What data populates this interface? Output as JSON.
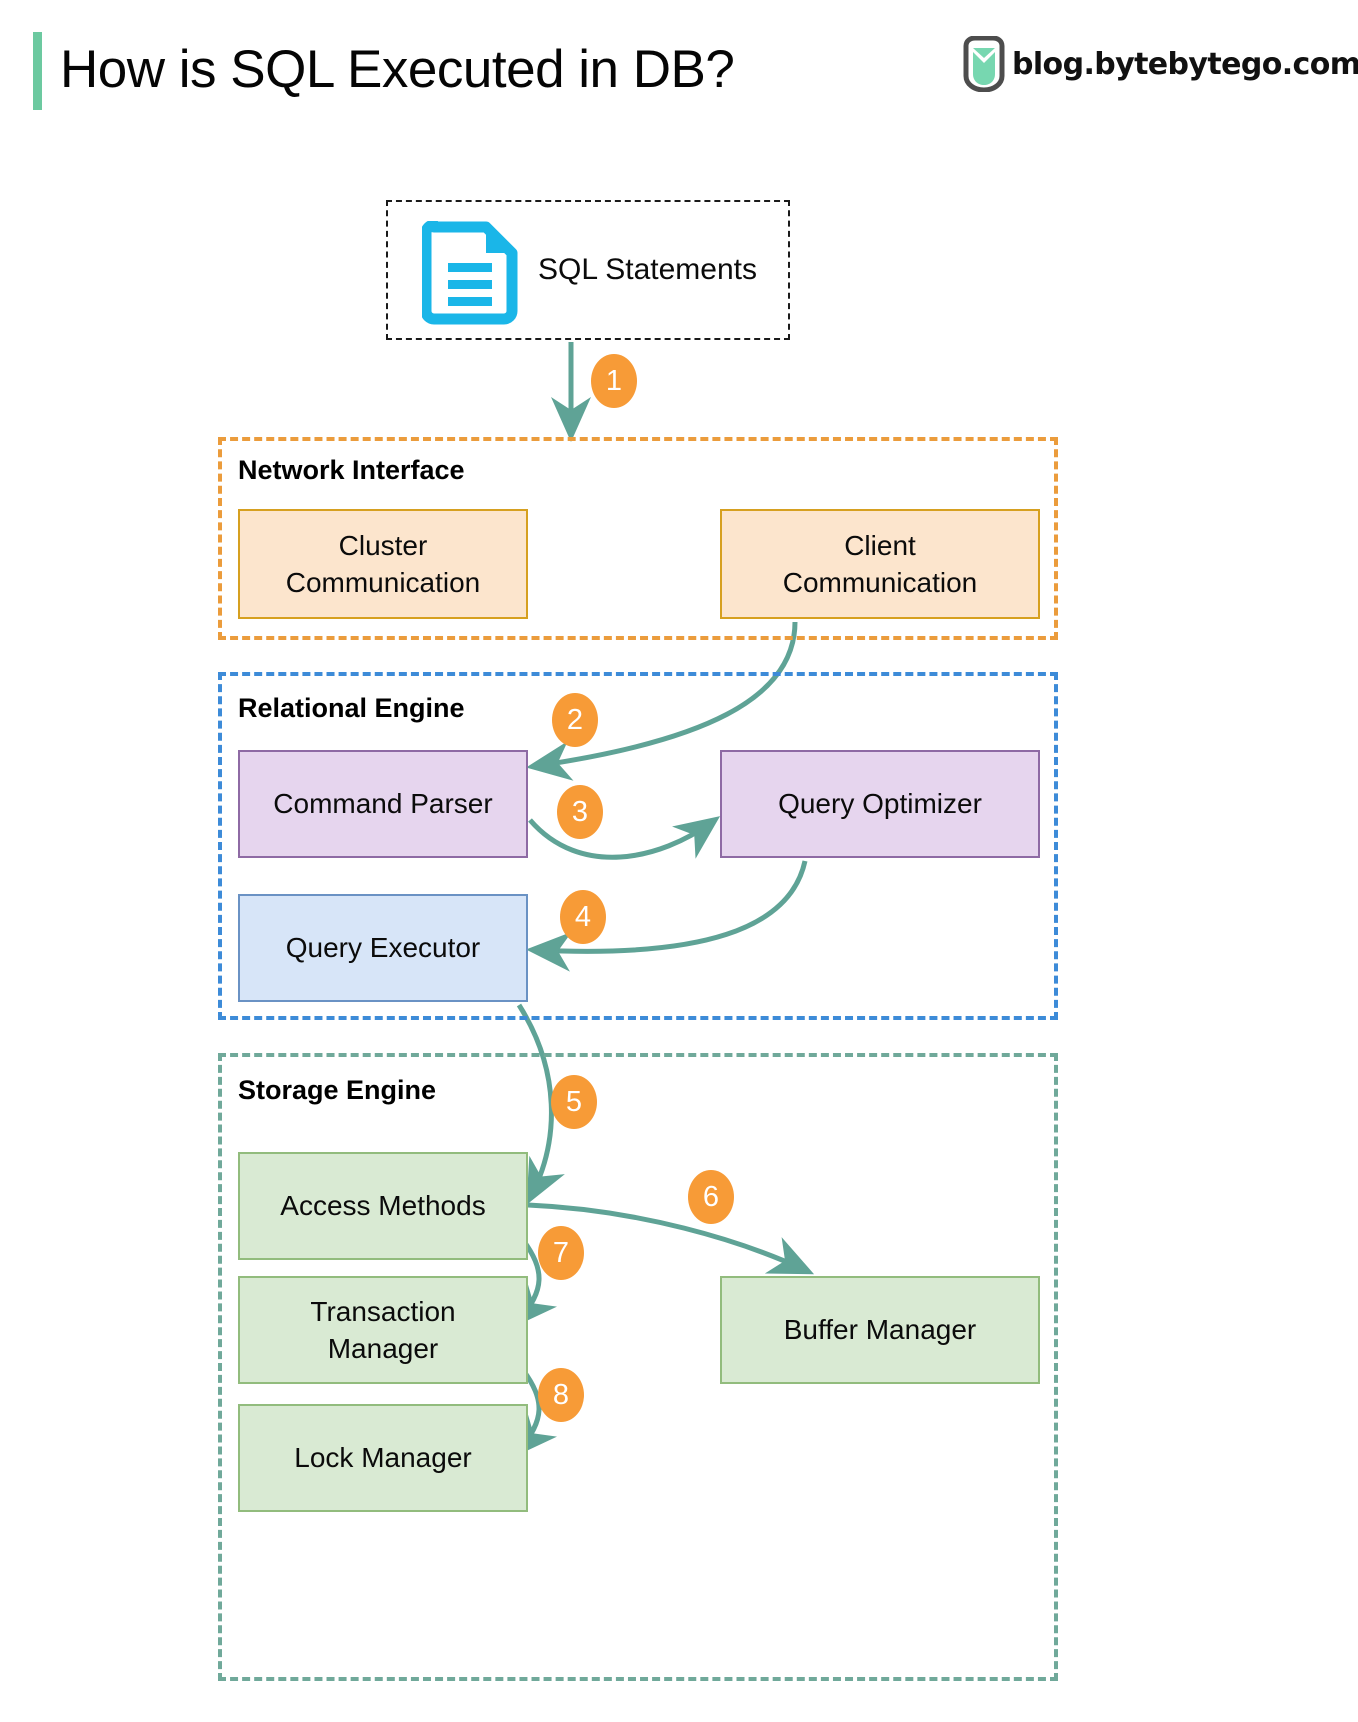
{
  "header": {
    "title": "How is SQL Executed in DB?",
    "brand_text": "blog.bytebytego.com",
    "accent_color": "#6cc9a0"
  },
  "input": {
    "label": "SQL Statements",
    "icon": "document-icon",
    "icon_color": "#1ab6e8",
    "border_style": "dashed-black"
  },
  "groups": [
    {
      "id": "network-interface",
      "title": "Network Interface",
      "border_color": "#eb9c3c",
      "nodes": [
        {
          "id": "cluster-communication",
          "label": "Cluster\nCommunication",
          "fill": "#fce5cd",
          "stroke": "#d6a020"
        },
        {
          "id": "client-communication",
          "label": "Client\nCommunication",
          "fill": "#fce5cd",
          "stroke": "#d6a020"
        }
      ]
    },
    {
      "id": "relational-engine",
      "title": "Relational Engine",
      "border_color": "#3d8bd8",
      "nodes": [
        {
          "id": "command-parser",
          "label": "Command Parser",
          "fill": "#e6d5ee",
          "stroke": "#8e6aa4"
        },
        {
          "id": "query-optimizer",
          "label": "Query Optimizer",
          "fill": "#e6d5ee",
          "stroke": "#8e6aa4"
        },
        {
          "id": "query-executor",
          "label": "Query Executor",
          "fill": "#d7e5f8",
          "stroke": "#6a92c4"
        }
      ]
    },
    {
      "id": "storage-engine",
      "title": "Storage Engine",
      "border_color": "#70a99a",
      "nodes": [
        {
          "id": "access-methods",
          "label": "Access Methods",
          "fill": "#d9ead3",
          "stroke": "#92bc7d"
        },
        {
          "id": "transaction-manager",
          "label": "Transaction\nManager",
          "fill": "#d9ead3",
          "stroke": "#92bc7d"
        },
        {
          "id": "lock-manager",
          "label": "Lock Manager",
          "fill": "#d9ead3",
          "stroke": "#92bc7d"
        },
        {
          "id": "buffer-manager",
          "label": "Buffer Manager",
          "fill": "#d9ead3",
          "stroke": "#92bc7d"
        }
      ]
    }
  ],
  "steps": [
    {
      "n": "1",
      "from": "SQL Statements",
      "to": "Network Interface"
    },
    {
      "n": "2",
      "from": "Client Communication",
      "to": "Command Parser"
    },
    {
      "n": "3",
      "from": "Command Parser",
      "to": "Query Optimizer"
    },
    {
      "n": "4",
      "from": "Query Optimizer",
      "to": "Query Executor"
    },
    {
      "n": "5",
      "from": "Query Executor",
      "to": "Access Methods"
    },
    {
      "n": "6",
      "from": "Access Methods",
      "to": "Buffer Manager"
    },
    {
      "n": "7",
      "from": "Access Methods",
      "to": "Transaction Manager"
    },
    {
      "n": "8",
      "from": "Transaction Manager",
      "to": "Lock Manager"
    }
  ],
  "arrow_color": "#5fa396",
  "badge_color": "#f79b37"
}
